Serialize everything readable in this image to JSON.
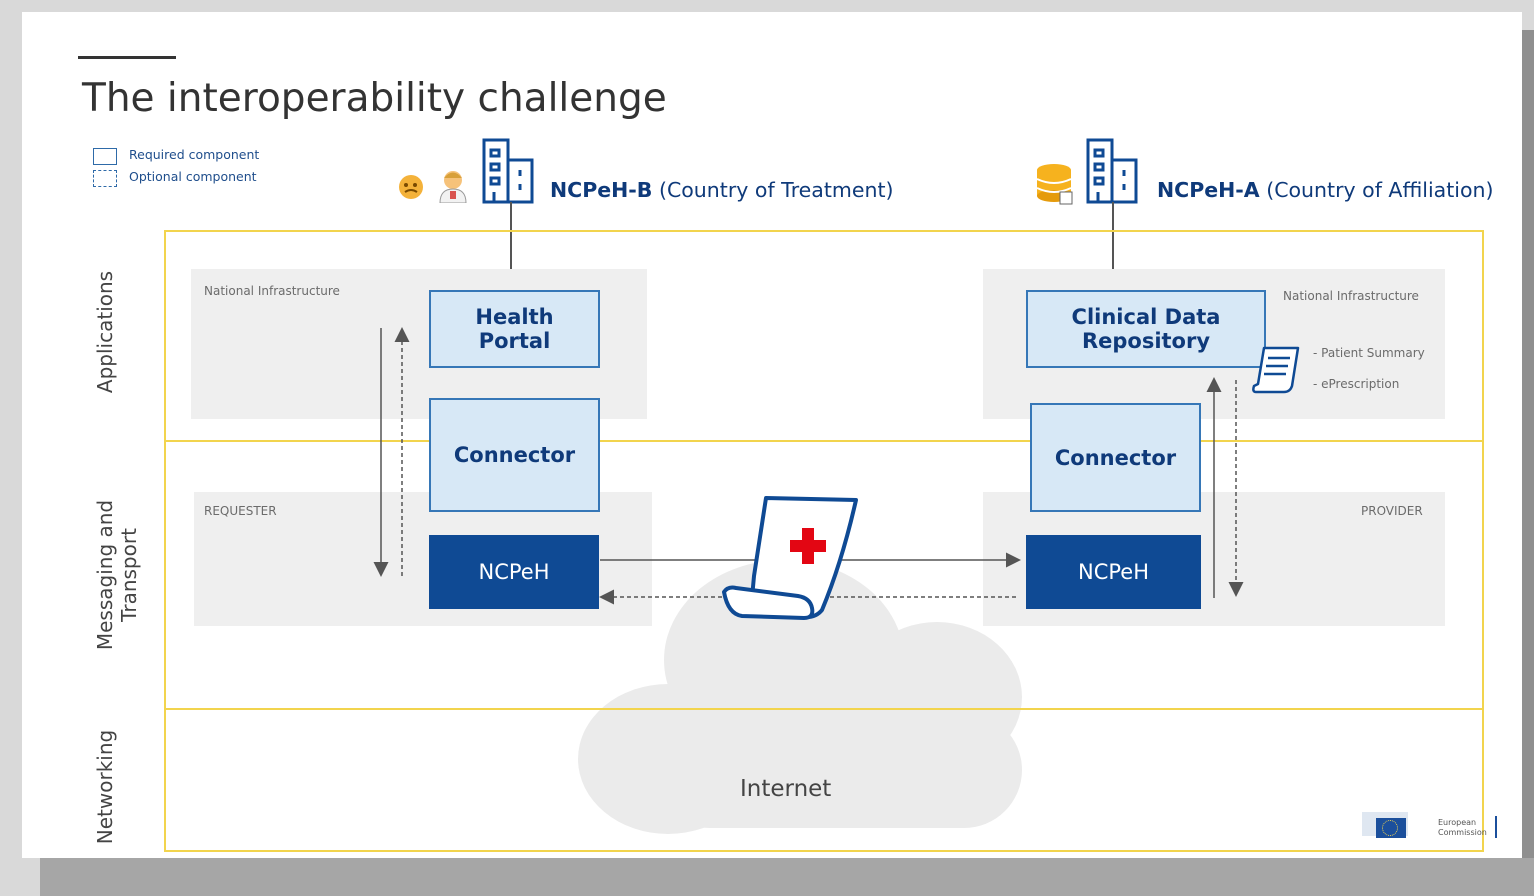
{
  "title": "The interoperability challenge",
  "legend": {
    "required": "Required component",
    "optional": "Optional component"
  },
  "country_b": {
    "code": "NCPeH-B",
    "label": "(Country of Treatment)"
  },
  "country_a": {
    "code": "NCPeH-A",
    "label": "(Country of Affiliation)"
  },
  "layers": {
    "applications": "Applications",
    "messaging_l1": "Messaging and",
    "messaging_l2": "Transport",
    "networking": "Networking"
  },
  "left": {
    "infra": "National Infrastructure",
    "role": "REQUESTER",
    "portal_l1": "Health",
    "portal_l2": "Portal",
    "connector": "Connector",
    "ncpeh": "NCPeH"
  },
  "right": {
    "infra": "National Infrastructure",
    "role": "PROVIDER",
    "repo_l1": "Clinical Data",
    "repo_l2": "Repository",
    "connector": "Connector",
    "ncpeh": "NCPeH",
    "docs": [
      "- Patient Summary",
      "- ePrescription"
    ]
  },
  "network": "Internet",
  "logo_text": {
    "l1": "European",
    "l2": "Commission"
  },
  "colors": {
    "accent_yellow": "#f2d44d",
    "dark_blue": "#0f4a94",
    "light_blue": "#d7e8f6",
    "red_cross": "#e30613"
  }
}
